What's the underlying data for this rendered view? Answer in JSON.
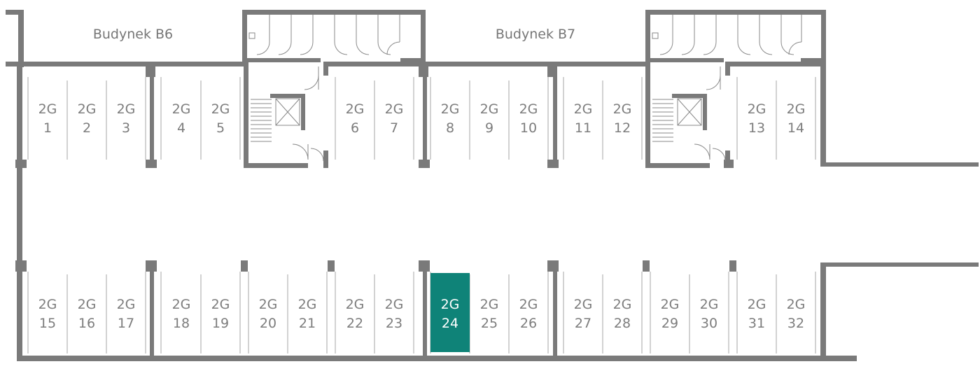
{
  "buildings": [
    {
      "id": "b6",
      "label": "Budynek B6"
    },
    {
      "id": "b7",
      "label": "Budynek B7"
    }
  ],
  "highlight_color": "#0f8378",
  "wall_color": "#7a7a7a",
  "selected_spot": "24",
  "spots": [
    {
      "prefix": "2G",
      "number": "1"
    },
    {
      "prefix": "2G",
      "number": "2"
    },
    {
      "prefix": "2G",
      "number": "3"
    },
    {
      "prefix": "2G",
      "number": "4"
    },
    {
      "prefix": "2G",
      "number": "5"
    },
    {
      "prefix": "2G",
      "number": "6"
    },
    {
      "prefix": "2G",
      "number": "7"
    },
    {
      "prefix": "2G",
      "number": "8"
    },
    {
      "prefix": "2G",
      "number": "9"
    },
    {
      "prefix": "2G",
      "number": "10"
    },
    {
      "prefix": "2G",
      "number": "11"
    },
    {
      "prefix": "2G",
      "number": "12"
    },
    {
      "prefix": "2G",
      "number": "13"
    },
    {
      "prefix": "2G",
      "number": "14"
    },
    {
      "prefix": "2G",
      "number": "15"
    },
    {
      "prefix": "2G",
      "number": "16"
    },
    {
      "prefix": "2G",
      "number": "17"
    },
    {
      "prefix": "2G",
      "number": "18"
    },
    {
      "prefix": "2G",
      "number": "19"
    },
    {
      "prefix": "2G",
      "number": "20"
    },
    {
      "prefix": "2G",
      "number": "21"
    },
    {
      "prefix": "2G",
      "number": "22"
    },
    {
      "prefix": "2G",
      "number": "23"
    },
    {
      "prefix": "2G",
      "number": "24"
    },
    {
      "prefix": "2G",
      "number": "25"
    },
    {
      "prefix": "2G",
      "number": "26"
    },
    {
      "prefix": "2G",
      "number": "27"
    },
    {
      "prefix": "2G",
      "number": "28"
    },
    {
      "prefix": "2G",
      "number": "29"
    },
    {
      "prefix": "2G",
      "number": "30"
    },
    {
      "prefix": "2G",
      "number": "31"
    },
    {
      "prefix": "2G",
      "number": "32"
    }
  ]
}
